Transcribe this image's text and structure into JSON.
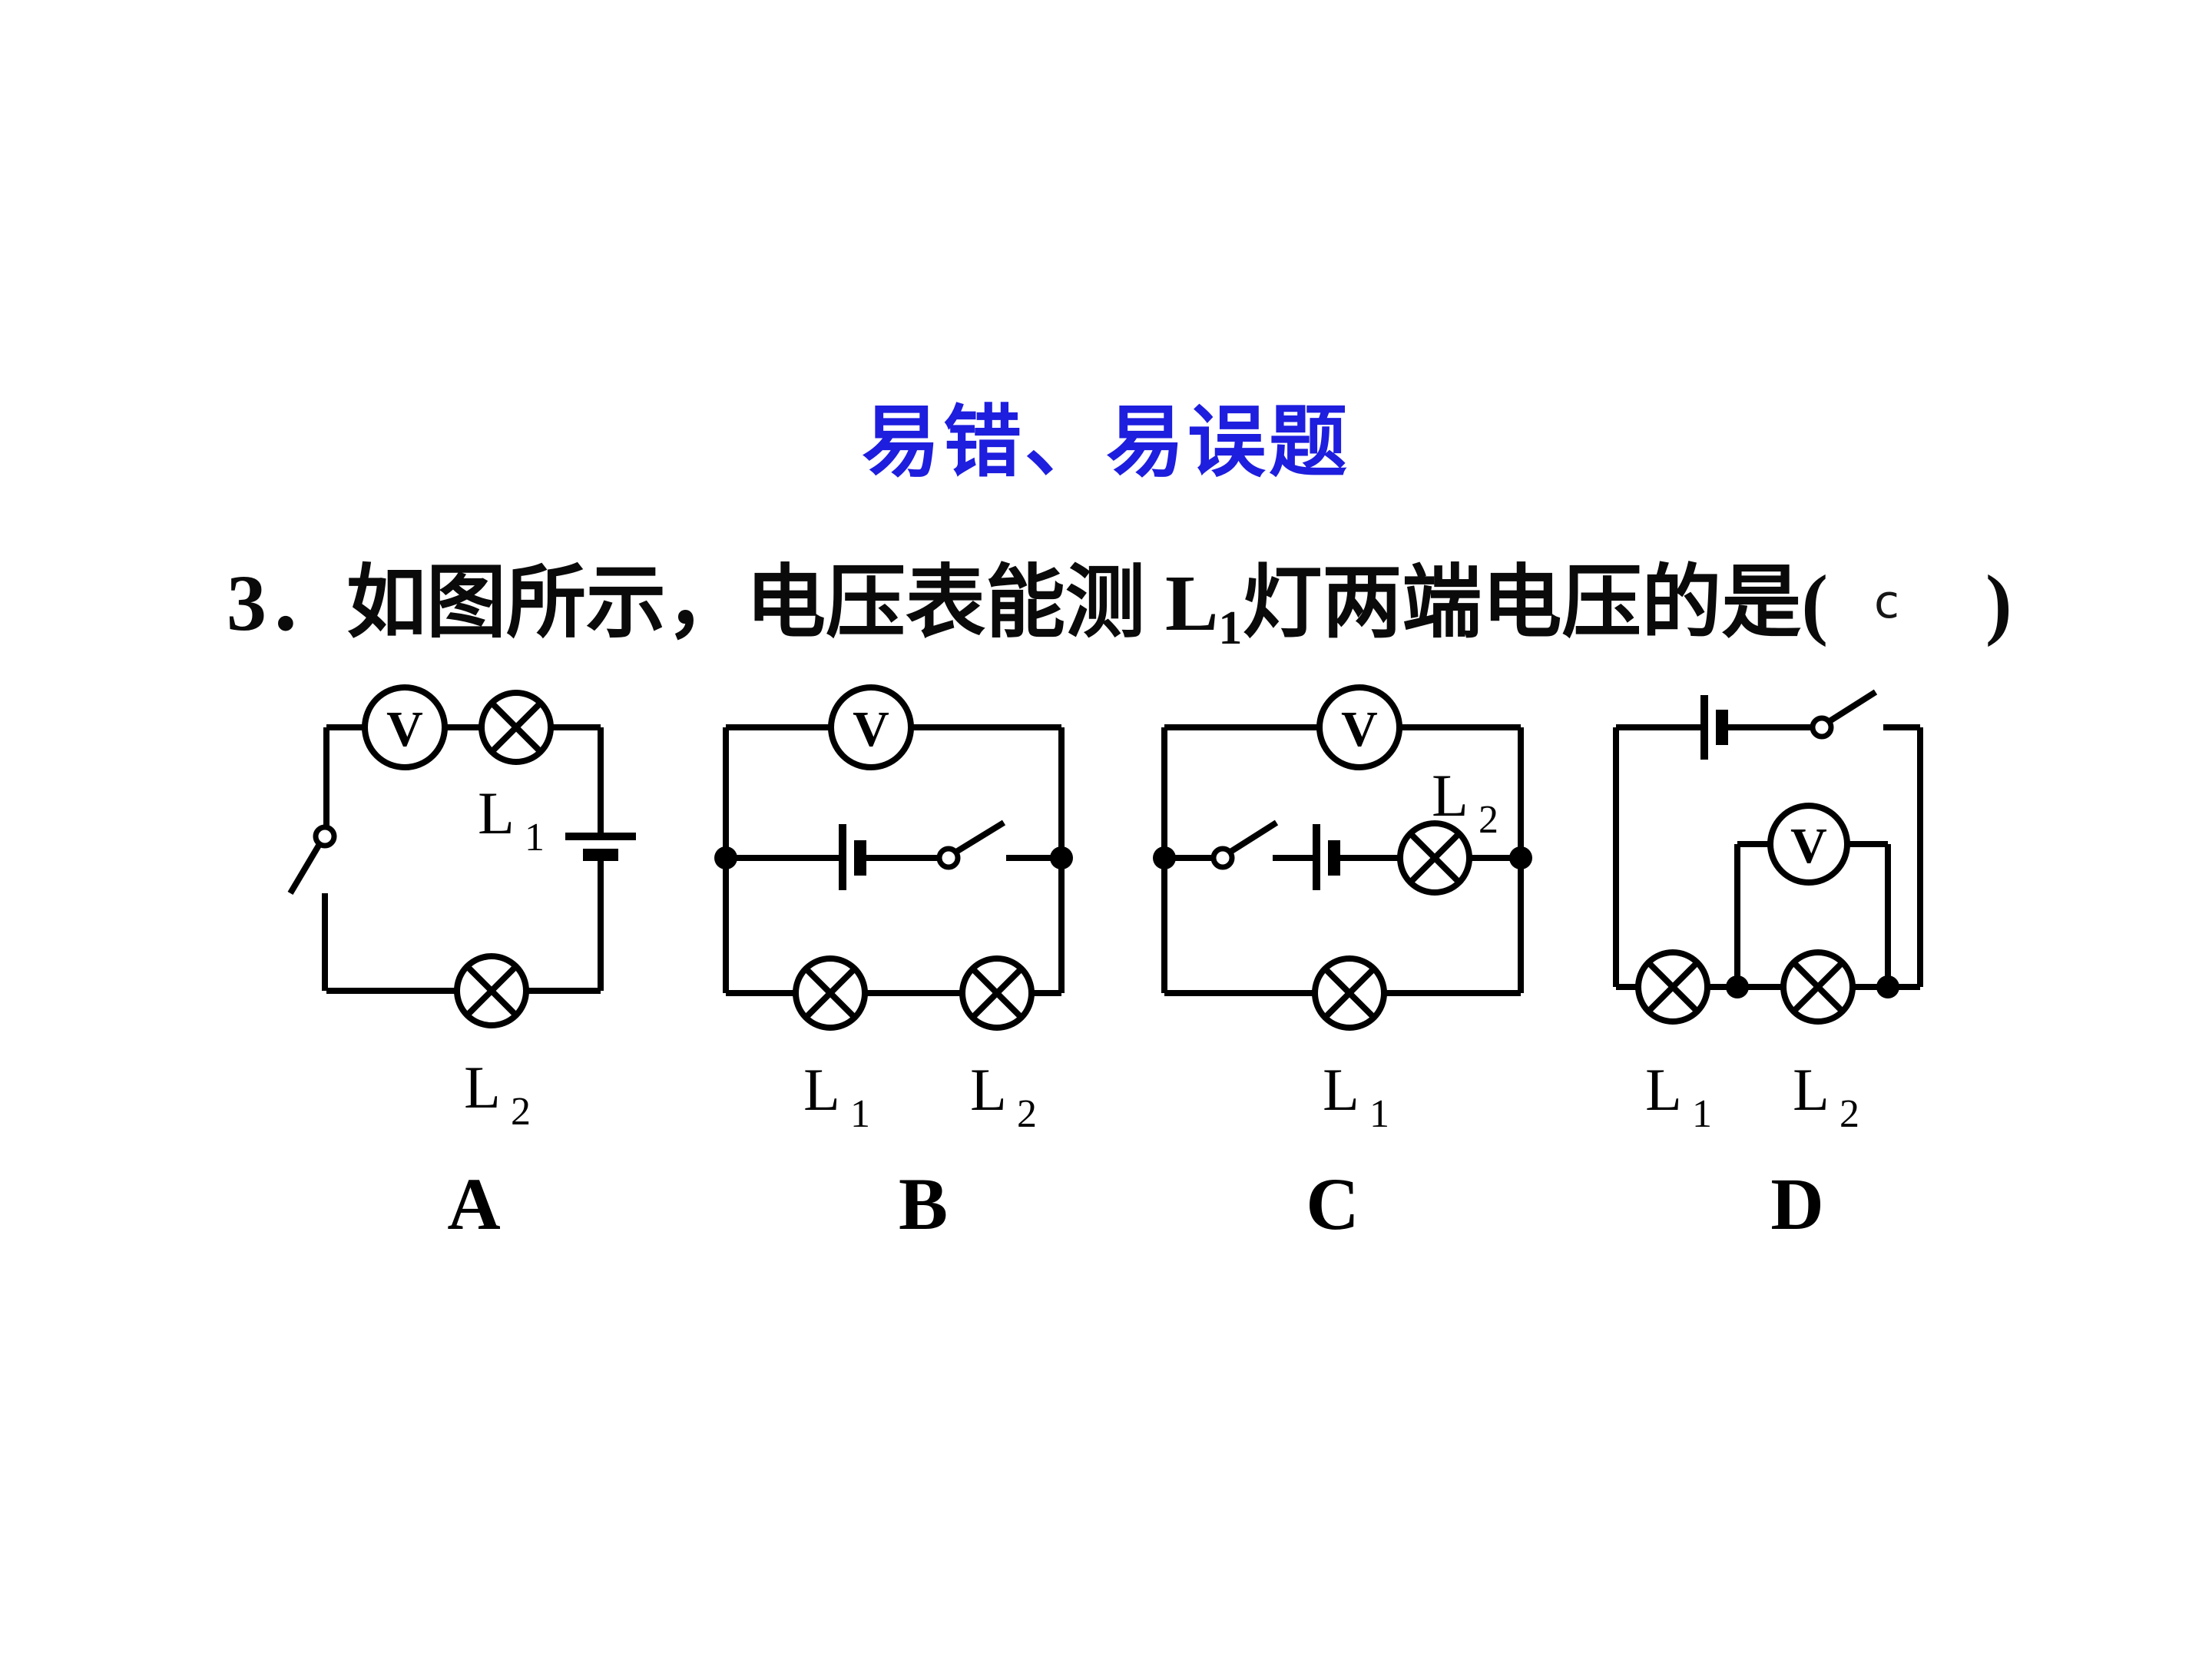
{
  "colors": {
    "title_blue": "#1e1ede",
    "ink": "#000000",
    "background": "#ffffff"
  },
  "header": {
    "title": "易错、易误题"
  },
  "question": {
    "prefix": "3．如图所示，电压表能测 ",
    "lamp_main": "L",
    "lamp_sub": "1",
    "middle": "灯两端电压的是",
    "paren_open": "(",
    "answer": "c",
    "paren_close": ")"
  },
  "figure": {
    "circuits": [
      {
        "letter": "A",
        "voltmeter": "V",
        "lamp1": {
          "main": "L",
          "sub": "1"
        },
        "lamp2": {
          "main": "L",
          "sub": "2"
        }
      },
      {
        "letter": "B",
        "voltmeter": "V",
        "lamp1": {
          "main": "L",
          "sub": "1"
        },
        "lamp2": {
          "main": "L",
          "sub": "2"
        }
      },
      {
        "letter": "C",
        "voltmeter": "V",
        "lamp1": {
          "main": "L",
          "sub": "1"
        },
        "lamp2": {
          "main": "L",
          "sub": "2"
        }
      },
      {
        "letter": "D",
        "voltmeter": "V",
        "lamp1": {
          "main": "L",
          "sub": "1"
        },
        "lamp2": {
          "main": "L",
          "sub": "2"
        }
      }
    ]
  }
}
